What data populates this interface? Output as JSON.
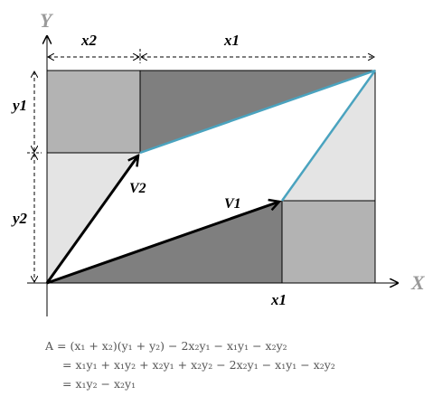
{
  "axes": {
    "x_label": "X",
    "y_label": "Y"
  },
  "labels": {
    "x2_top": "x2",
    "x1_top": "x1",
    "y1_left": "y1",
    "y2_left": "y2",
    "v1": "V1",
    "v2": "V2",
    "x1_bottom": "x1"
  },
  "formula": {
    "line1": "A = (x₁ + x₂)(y₁ + y₂) − 2x₂y₁ − x₁y₁ − x₂y₂",
    "line2": "= x₁y₁ + x₁y₂ + x₂y₁ + x₂y₂ − 2x₂y₁ − x₁y₁ − x₂y₂",
    "line3": "= x₁y₂ − x₂y₁"
  },
  "colors": {
    "light_gray": "#e4e4e4",
    "mid_gray": "#b3b3b3",
    "dark_gray": "#7f7f7f",
    "parallelogram_edge": "#4aa3bf",
    "vector": "#000000"
  }
}
